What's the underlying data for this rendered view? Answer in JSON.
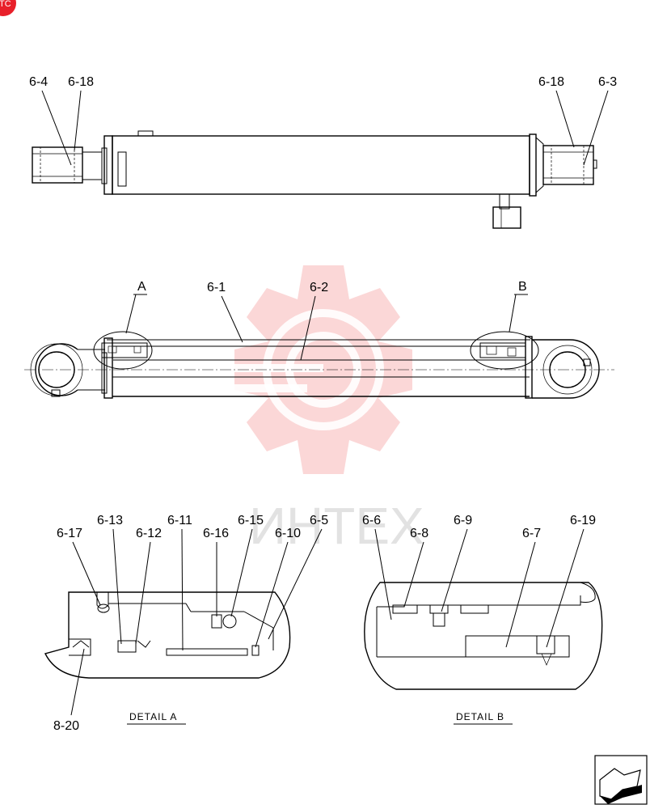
{
  "page_marker": "TC",
  "watermark": {
    "text": "ИНТЕХ",
    "logo": "gear-logo"
  },
  "top_view": {
    "labels": {
      "rod_eye_bushing": "6-4",
      "rod_eye_bushing_seal": "6-18",
      "base_bushing_seal": "6-18",
      "base_bushing": "6-3"
    }
  },
  "section_view": {
    "labels": {
      "detail_a": "A",
      "detail_b": "B",
      "tube": "6-1",
      "rod": "6-2"
    }
  },
  "detail_a": {
    "caption": "DETAIL  A",
    "labels": {
      "l617": "6-17",
      "l613": "6-13",
      "l612": "6-12",
      "l611": "6-11",
      "l616": "6-16",
      "l615": "6-15",
      "l610": "6-10",
      "l65": "6-5",
      "l820": "8-20"
    }
  },
  "detail_b": {
    "caption": "DETAIL  B",
    "labels": {
      "l66": "6-6",
      "l68": "6-8",
      "l69": "6-9",
      "l67": "6-7",
      "l619": "6-19"
    }
  },
  "nav": {
    "icon": "next-page-arrow-icon"
  }
}
